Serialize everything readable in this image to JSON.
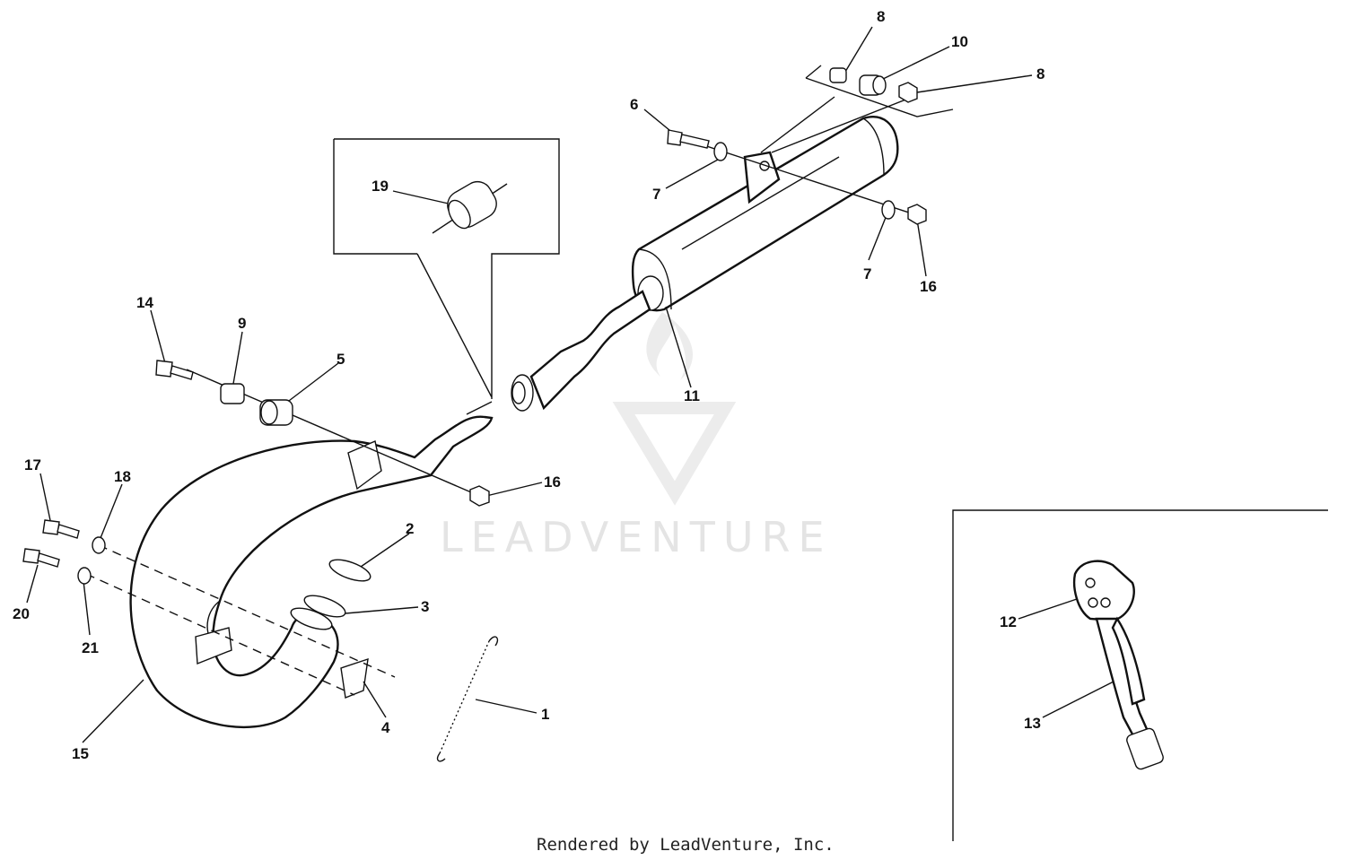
{
  "diagram": {
    "callouts": {
      "c1": "1",
      "c2": "2",
      "c3": "3",
      "c4": "4",
      "c5": "5",
      "c6": "6",
      "c7a": "7",
      "c7b": "7",
      "c8a": "8",
      "c8b": "8",
      "c9": "9",
      "c10": "10",
      "c11": "11",
      "c12": "12",
      "c13": "13",
      "c14": "14",
      "c15": "15",
      "c16a": "16",
      "c16b": "16",
      "c17": "17",
      "c18": "18",
      "c19": "19",
      "c20": "20",
      "c21": "21"
    },
    "watermark": "LEADVENTURE",
    "credit": "Rendered by LeadVenture, Inc."
  }
}
